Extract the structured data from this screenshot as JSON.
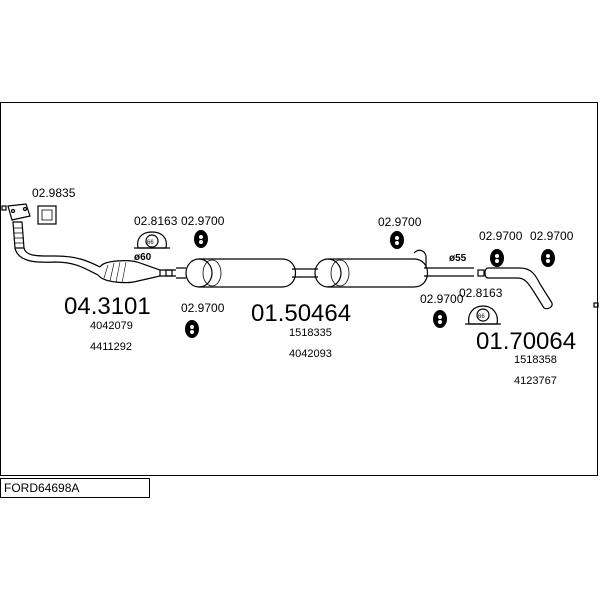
{
  "diagram": {
    "assembly_code": "FORD64698A",
    "parts": {
      "front_pipe": {
        "number": "04.3101",
        "refs": [
          "4042079",
          "4411292"
        ]
      },
      "middle_silencer": {
        "number": "01.50464",
        "refs": [
          "1518335",
          "4042093"
        ]
      },
      "rear_silencer": {
        "number": "01.70064",
        "refs": [
          "1518358",
          "4123767"
        ]
      }
    },
    "small_parts": {
      "gasket": "02.9835",
      "clamp_left": "02.8163",
      "clamp_right": "02.8163",
      "rubber_mount": "02.9700"
    },
    "diameters": {
      "left": "ø60",
      "right": "ø55"
    },
    "clamp_size": "66"
  }
}
